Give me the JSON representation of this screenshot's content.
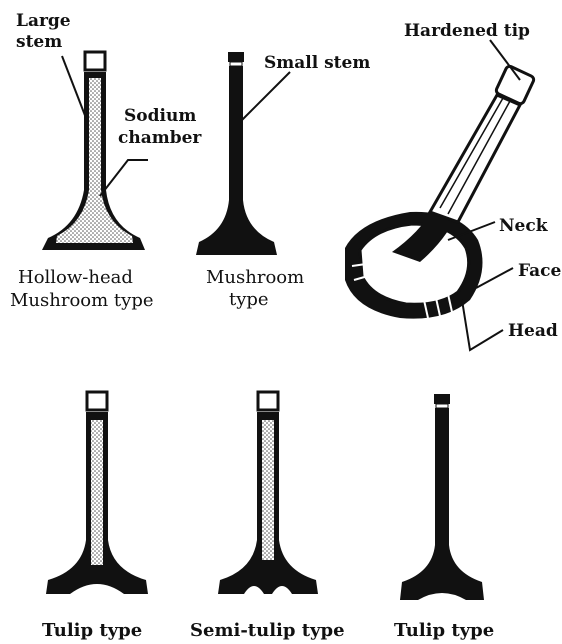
{
  "labels": {
    "large_stem_1": "Large",
    "large_stem_2": "stem",
    "sodium_1": "Sodium",
    "sodium_2": "chamber",
    "small_stem": "Small stem",
    "hardened_tip": "Hardened tip",
    "neck": "Neck",
    "face": "Face",
    "head": "Head",
    "hollow_head_1": "Hollow-head",
    "hollow_head_2": "Mushroom type",
    "mushroom_1": "Mushroom",
    "mushroom_2": "type",
    "tulip_left": "Tulip type",
    "semi_tulip": "Semi-tulip type",
    "tulip_right": "Tulip type"
  },
  "colors": {
    "ink": "#111111",
    "stipple": "#cfcfcf",
    "paper": "#ffffff"
  }
}
